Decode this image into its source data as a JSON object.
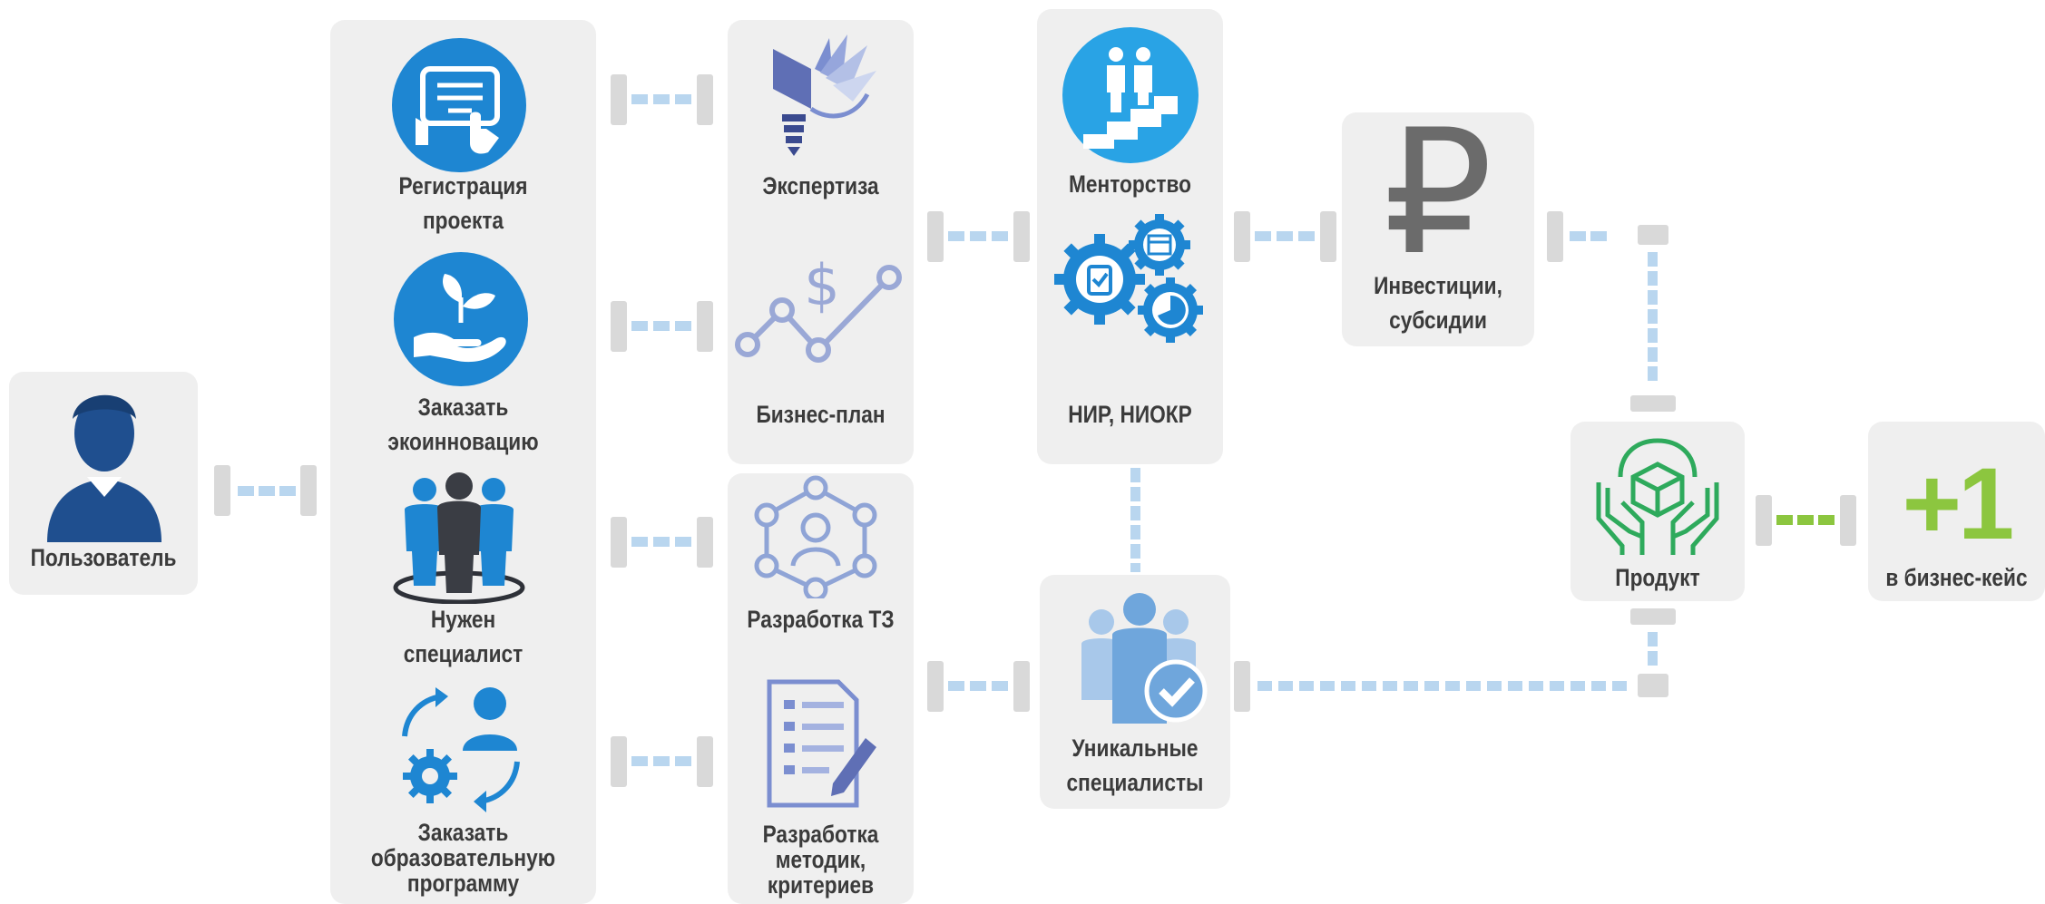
{
  "nodes": {
    "user": {
      "label": "Пользователь",
      "icon": "user-icon"
    },
    "register": {
      "label_lines": [
        "Регистрация",
        "проекта"
      ],
      "icon": "tablet-touch-icon"
    },
    "eco": {
      "label_lines": [
        "Заказать",
        "экоинновацию"
      ],
      "icon": "hand-plant-icon"
    },
    "specialist_need": {
      "label_lines": [
        "Нужен",
        "специалист"
      ],
      "icon": "team-icon"
    },
    "education": {
      "label_lines": [
        "Заказать",
        "образовательную",
        "программу"
      ],
      "icon": "person-cycle-icon"
    },
    "expertise": {
      "label": "Экспертиза",
      "icon": "book-lightbulb-icon"
    },
    "business_plan": {
      "label": "Бизнес-план",
      "icon": "dollar-chart-icon"
    },
    "tz": {
      "label": "Разработка ТЗ",
      "icon": "network-person-icon"
    },
    "methods": {
      "label_lines": [
        "Разработка",
        "методик,",
        "критериев"
      ],
      "icon": "document-pencil-icon"
    },
    "mentorship": {
      "label": "Менторство",
      "icon": "stairs-people-icon"
    },
    "research": {
      "label": "НИР, НИОКР",
      "icon": "gears-icon"
    },
    "unique": {
      "label_lines": [
        "Уникальные",
        "специалисты"
      ],
      "icon": "people-check-icon"
    },
    "investments": {
      "label_lines": [
        "Инвестиции,",
        "субсидии"
      ],
      "icon": "ruble-icon",
      "symbol": "₽"
    },
    "product": {
      "label": "Продукт",
      "icon": "hands-box-icon"
    },
    "business_case": {
      "label": "в бизнес-кейс",
      "icon": "plus-one-icon",
      "symbol": "+1"
    }
  },
  "colors": {
    "box": "#efefef",
    "bracket": "#d9d9d9",
    "dash_blue": "#b9d6ef",
    "dash_green": "#8cc63f",
    "icon_blue": "#1e86d2",
    "icon_dark_blue": "#1f4f8f",
    "icon_outline": "#7f9fd4",
    "icon_green": "#2eaa5c",
    "plus_green": "#8cc63f",
    "ruble_gray": "#6b6b6b",
    "text": "#3b3b3b"
  }
}
